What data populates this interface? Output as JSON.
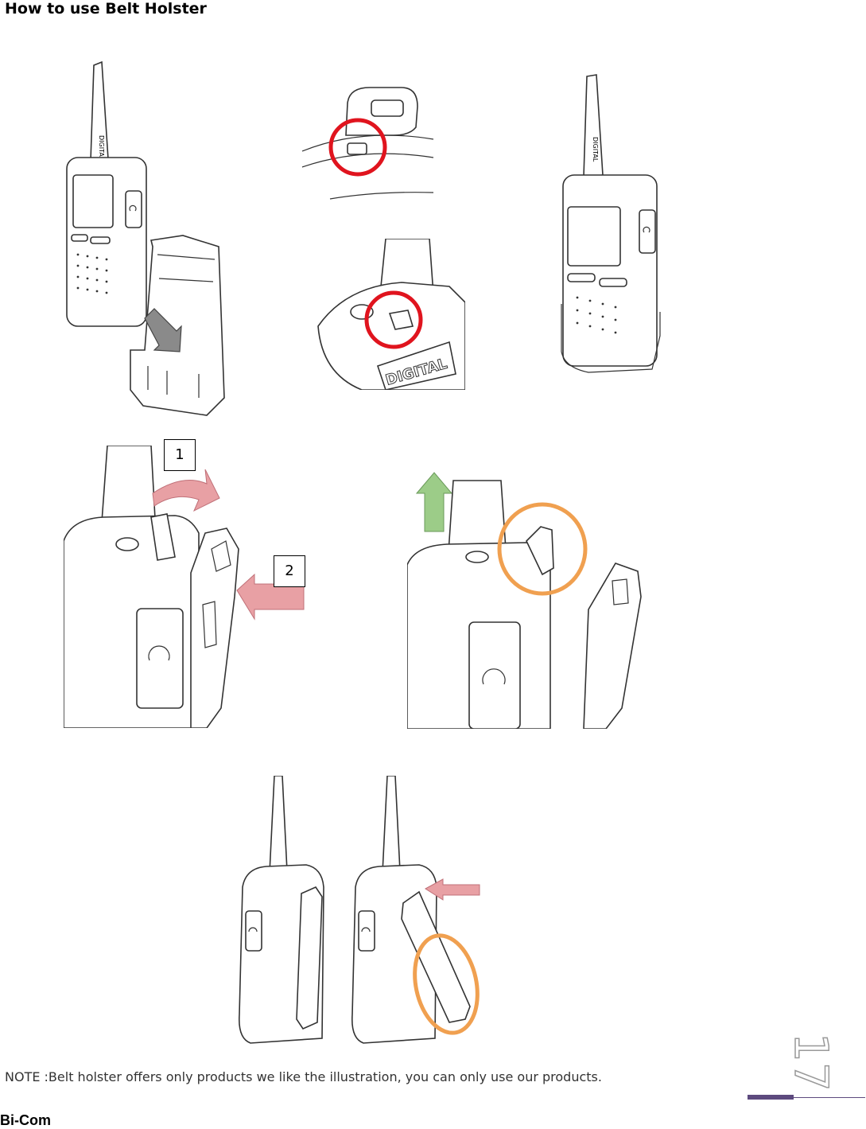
{
  "page": {
    "title": "How to use Belt Holster",
    "note": "NOTE :Belt holster offers only products we like the illustration, you can only use our products.",
    "brand": "Bi-Com",
    "page_number": "17"
  },
  "figure_labels": {
    "brand_mark": "DIGITAL",
    "step_one": "1",
    "step_two": "2"
  },
  "colors": {
    "highlight_red": "#e0141e",
    "highlight_orange": "#f0a050",
    "arrow_pink": "#e8a0a4",
    "arrow_green": "#9ccc88",
    "arrow_gray": "#8a8a8a",
    "footer_bar": "#5d4a7e"
  }
}
